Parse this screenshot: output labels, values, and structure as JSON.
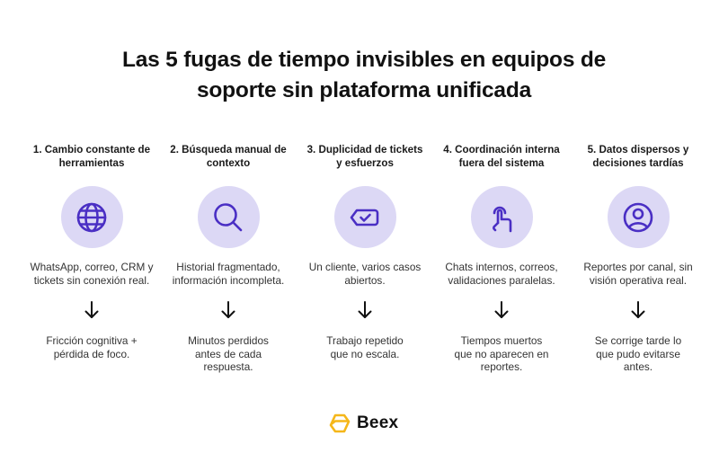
{
  "title": {
    "line1": "Las 5 fugas de tiempo invisibles en equipos de",
    "line2": "soporte sin plataforma unificada"
  },
  "colors": {
    "icon_stroke": "#4a2fc4",
    "icon_circle_bg": "#dcd8f5",
    "logo_accent": "#f5b71a",
    "text_dark": "#111111"
  },
  "columns": [
    {
      "heading": "1. Cambio constante de\nherramientas",
      "icon": "globe-icon",
      "description": "WhatsApp, correo, CRM y\ntickets sin conexión real.",
      "arrow": "arrow-down-icon",
      "result": "Fricción cognitiva +\npérdida de foco."
    },
    {
      "heading": "2. Búsqueda manual de\ncontexto",
      "icon": "search-icon",
      "description": "Historial fragmentado,\ninformación incompleta.",
      "arrow": "arrow-down-icon",
      "result": "Minutos perdidos\nantes de cada\nrespuesta."
    },
    {
      "heading": "3. Duplicidad de tickets\ny esfuerzos",
      "icon": "ticket-check-icon",
      "description": "Un cliente, varios casos\nabiertos.",
      "arrow": "arrow-down-icon",
      "result": "Trabajo repetido\nque no escala."
    },
    {
      "heading": "4. Coordinación interna\nfuera del sistema",
      "icon": "hand-tap-icon",
      "description": "Chats internos, correos,\nvalidaciones paralelas.",
      "arrow": "arrow-down-icon",
      "result": "Tiempos muertos\nque no aparecen en\nreportes."
    },
    {
      "heading": "5. Datos dispersos y\ndecisiones tardías",
      "icon": "user-circle-icon",
      "description": "Reportes por canal, sin\nvisión operativa real.",
      "arrow": "arrow-down-icon",
      "result": "Se corrige tarde lo\nque pudo evitarse\nantes."
    }
  ],
  "footer": {
    "logo_text": "Beex",
    "logo_icon": "hexagon-logo-icon"
  }
}
